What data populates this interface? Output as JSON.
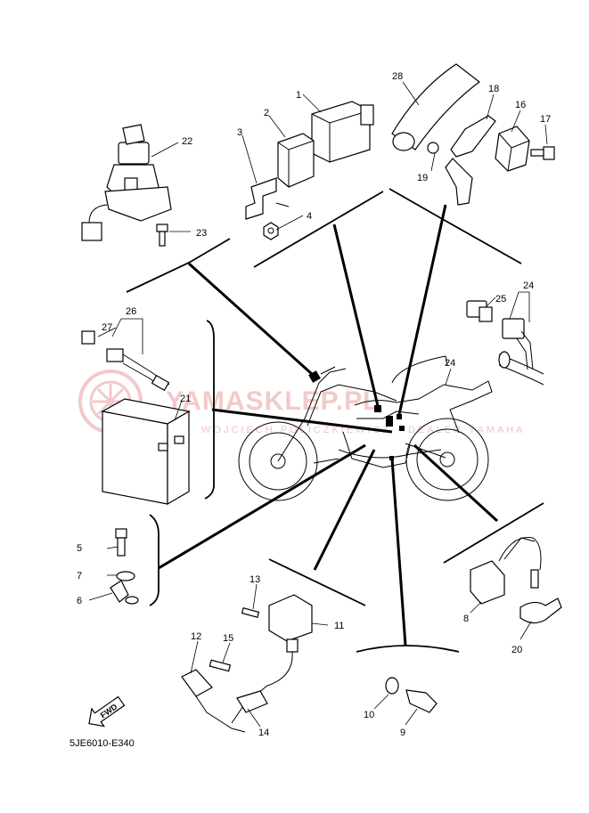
{
  "diagram": {
    "watermark_main": "YAMASKLEP.PL",
    "watermark_sub": "WOJCIECH POLICZKIEWICZ · DEALER YAMAHA",
    "fwd_label": "FWD",
    "diagram_code": "5JE6010-E340",
    "callouts": [
      {
        "id": "1",
        "label": "1"
      },
      {
        "id": "2",
        "label": "2"
      },
      {
        "id": "3",
        "label": "3"
      },
      {
        "id": "4",
        "label": "4"
      },
      {
        "id": "5",
        "label": "5"
      },
      {
        "id": "6",
        "label": "6"
      },
      {
        "id": "7",
        "label": "7"
      },
      {
        "id": "8",
        "label": "8"
      },
      {
        "id": "9",
        "label": "9"
      },
      {
        "id": "10",
        "label": "10"
      },
      {
        "id": "11",
        "label": "11"
      },
      {
        "id": "12",
        "label": "12"
      },
      {
        "id": "13",
        "label": "13"
      },
      {
        "id": "14",
        "label": "14"
      },
      {
        "id": "15",
        "label": "15"
      },
      {
        "id": "16",
        "label": "16"
      },
      {
        "id": "17",
        "label": "17"
      },
      {
        "id": "18",
        "label": "18"
      },
      {
        "id": "19",
        "label": "19"
      },
      {
        "id": "20",
        "label": "20"
      },
      {
        "id": "21",
        "label": "21"
      },
      {
        "id": "22",
        "label": "22"
      },
      {
        "id": "23",
        "label": "23"
      },
      {
        "id": "24a",
        "label": "24"
      },
      {
        "id": "24b",
        "label": "24"
      },
      {
        "id": "25",
        "label": "25"
      },
      {
        "id": "26",
        "label": "26"
      },
      {
        "id": "27",
        "label": "27"
      },
      {
        "id": "28",
        "label": "28"
      }
    ]
  }
}
